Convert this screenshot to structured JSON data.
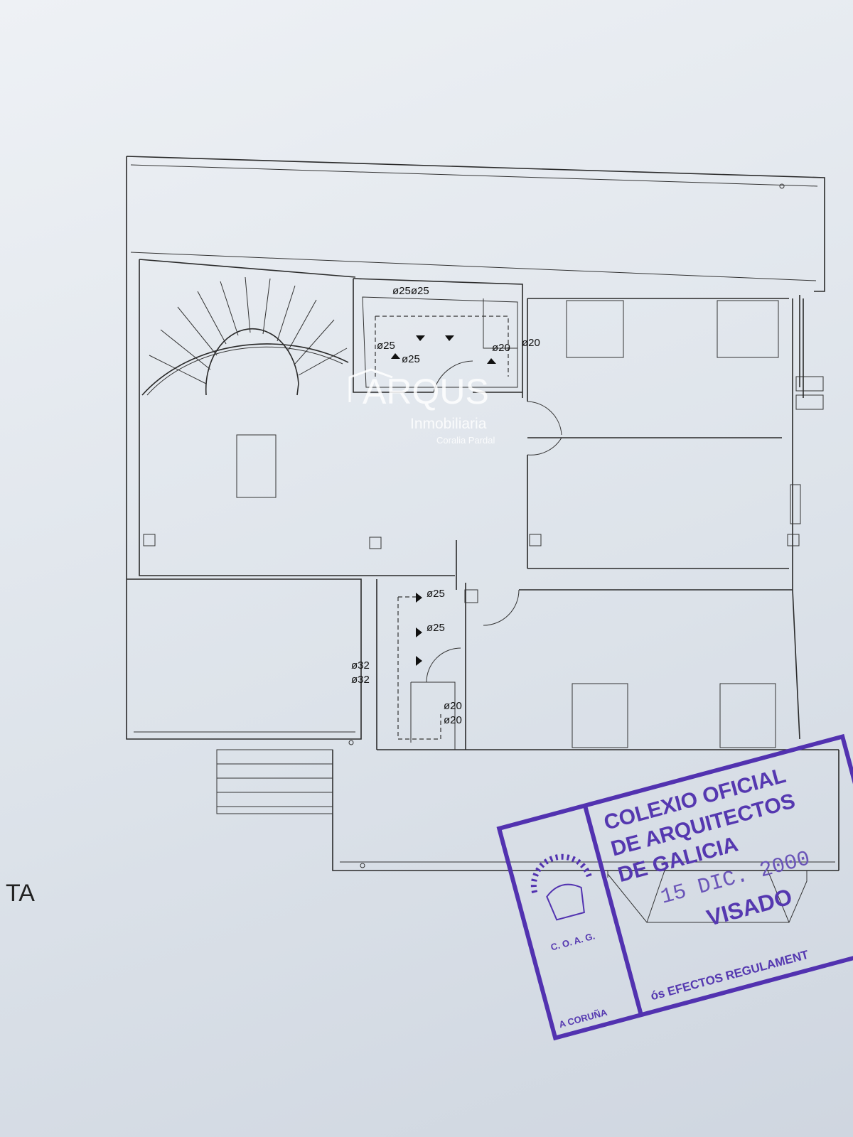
{
  "plan": {
    "pipe_labels_top": [
      "ø25ø25",
      "ø25",
      "ø25",
      "ø20",
      "ø20"
    ],
    "pipe_labels_bottom": [
      "ø25",
      "ø25",
      "ø32",
      "ø32",
      "ø20",
      "ø20"
    ],
    "partial_title": "TA"
  },
  "watermark": {
    "brand": "ARQUS",
    "subtitle": "Inmobiliaria",
    "agent": "Coralia Pardal"
  },
  "stamp": {
    "line1": "COLEXIO OFICIAL",
    "line2": "DE ARQUITECTOS",
    "line3": "DE GALICIA",
    "date": "15 DIC. 2000",
    "status": "VISADO",
    "footer": "ós EFECTOS REGULAMENT",
    "initials": "C. O. A. G.",
    "city": "A CORUÑA",
    "color": "#5538b0"
  }
}
